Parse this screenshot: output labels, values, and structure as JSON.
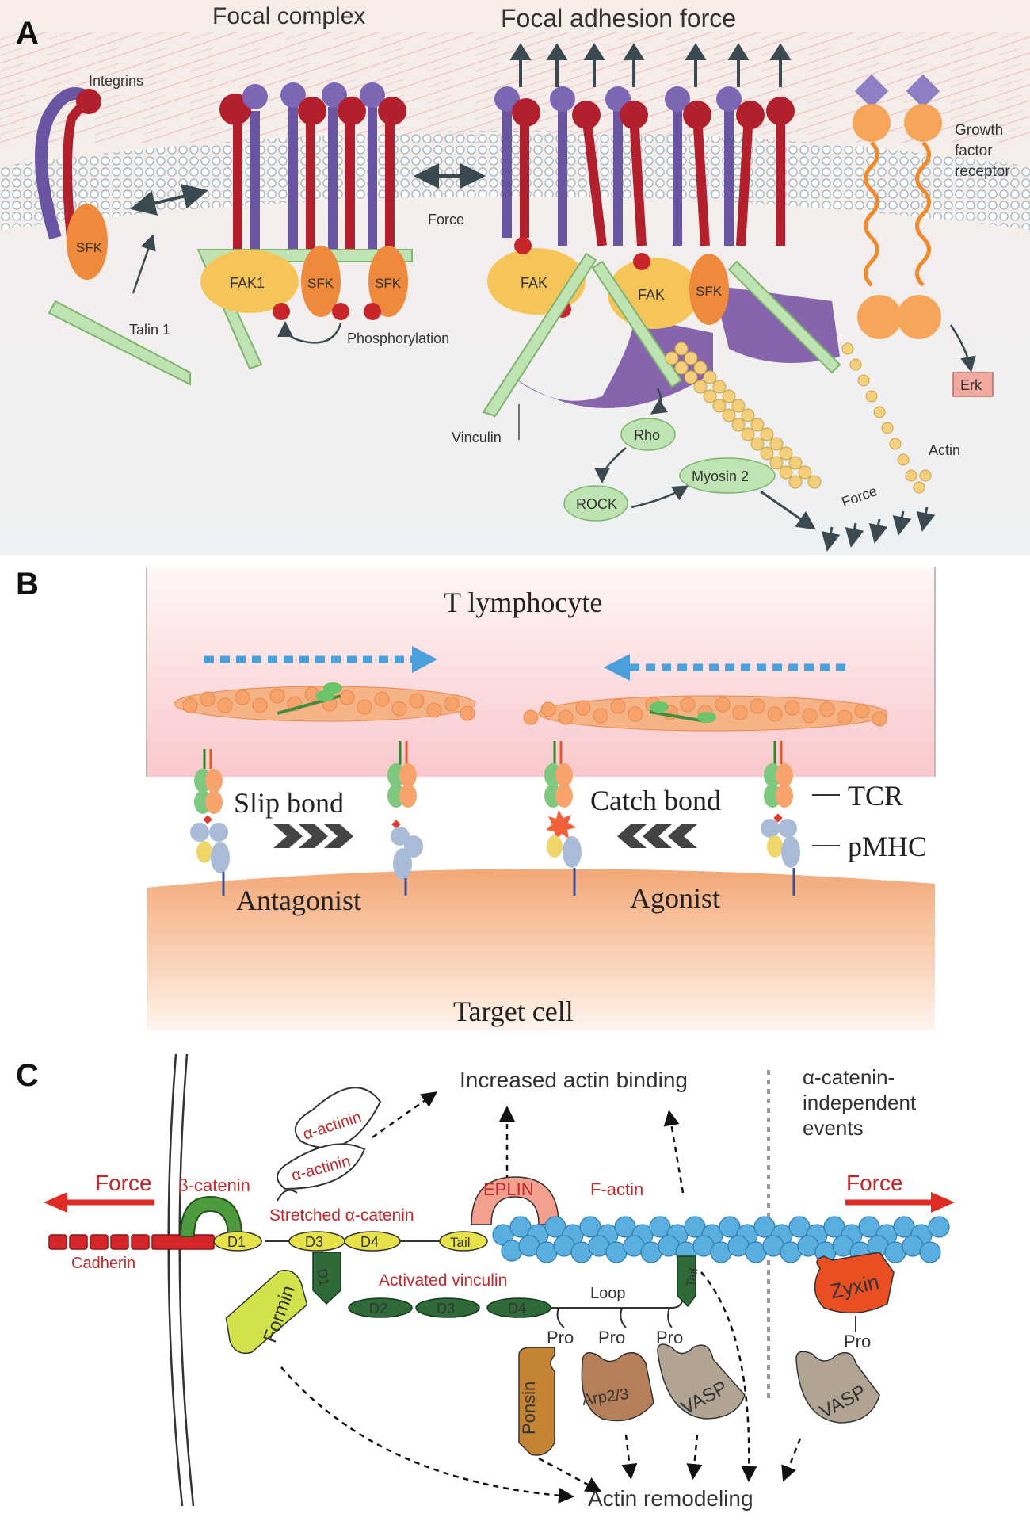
{
  "panels": {
    "a": {
      "letter": "A",
      "headers": {
        "focal_complex": "Focal complex",
        "focal_adhesion_force": "Focal adhesion force"
      },
      "labels": {
        "integrins": "Integrins",
        "sfk": "SFK",
        "talin": "Talin 1",
        "fak1": "FAK1",
        "fak": "FAK",
        "phosphorylation": "Phosphorylation",
        "force_membrane": "Force",
        "growth_factor_receptor": [
          "Growth",
          "factor",
          "receptor"
        ],
        "erk": "Erk",
        "vinculin": "Vinculin",
        "rho": "Rho",
        "rock": "ROCK",
        "myosin": "Myosin 2",
        "actin": "Actin",
        "force_bottom": "Force"
      }
    },
    "b": {
      "letter": "B",
      "labels": {
        "t_lymphocyte": "T lymphocyte",
        "slip_bond": "Slip bond",
        "catch_bond": "Catch bond",
        "tcr": "TCR",
        "pmhc": "pMHC",
        "antagonist": "Antagonist",
        "agonist": "Agonist",
        "target_cell": "Target cell"
      }
    },
    "c": {
      "letter": "C",
      "labels": {
        "increased_actin_binding": "Increased actin binding",
        "alpha_catenin_independent": [
          "α-catenin-",
          "independent",
          "events"
        ],
        "alpha_actinin": "α-actinin",
        "force_left": "Force",
        "force_right": "Force",
        "beta_catenin": "β-catenin",
        "stretched_alpha_catenin": "Stretched α-catenin",
        "eplin": "EPLIN",
        "f_actin": "F-actin",
        "cadherin": "Cadherin",
        "domains_catenin": [
          "D1",
          "D3",
          "D4",
          "Tail"
        ],
        "domains_vinculin": [
          "D1",
          "D2",
          "D3",
          "D4",
          "Tail"
        ],
        "activated_vinculin": "Activated vinculin",
        "loop": "Loop",
        "pro": "Pro",
        "formin": "Formin",
        "ponsin": "Ponsin",
        "arp": "Arp2/3",
        "vasp": "VASP",
        "zyxin": "Zyxin",
        "actin_remodeling": "Actin remodeling"
      }
    }
  },
  "colors": {
    "integrin_red": "#b3202d",
    "integrin_purple": "#6a55a3",
    "fak_yellow": "#f6c55a",
    "sfk_orange": "#ef8a3c",
    "talin_green": "#a8d59a",
    "actin_blue": "#5aaee0",
    "force_red": "#e02a24",
    "vinculin_dark_green": "#2e6b38"
  }
}
